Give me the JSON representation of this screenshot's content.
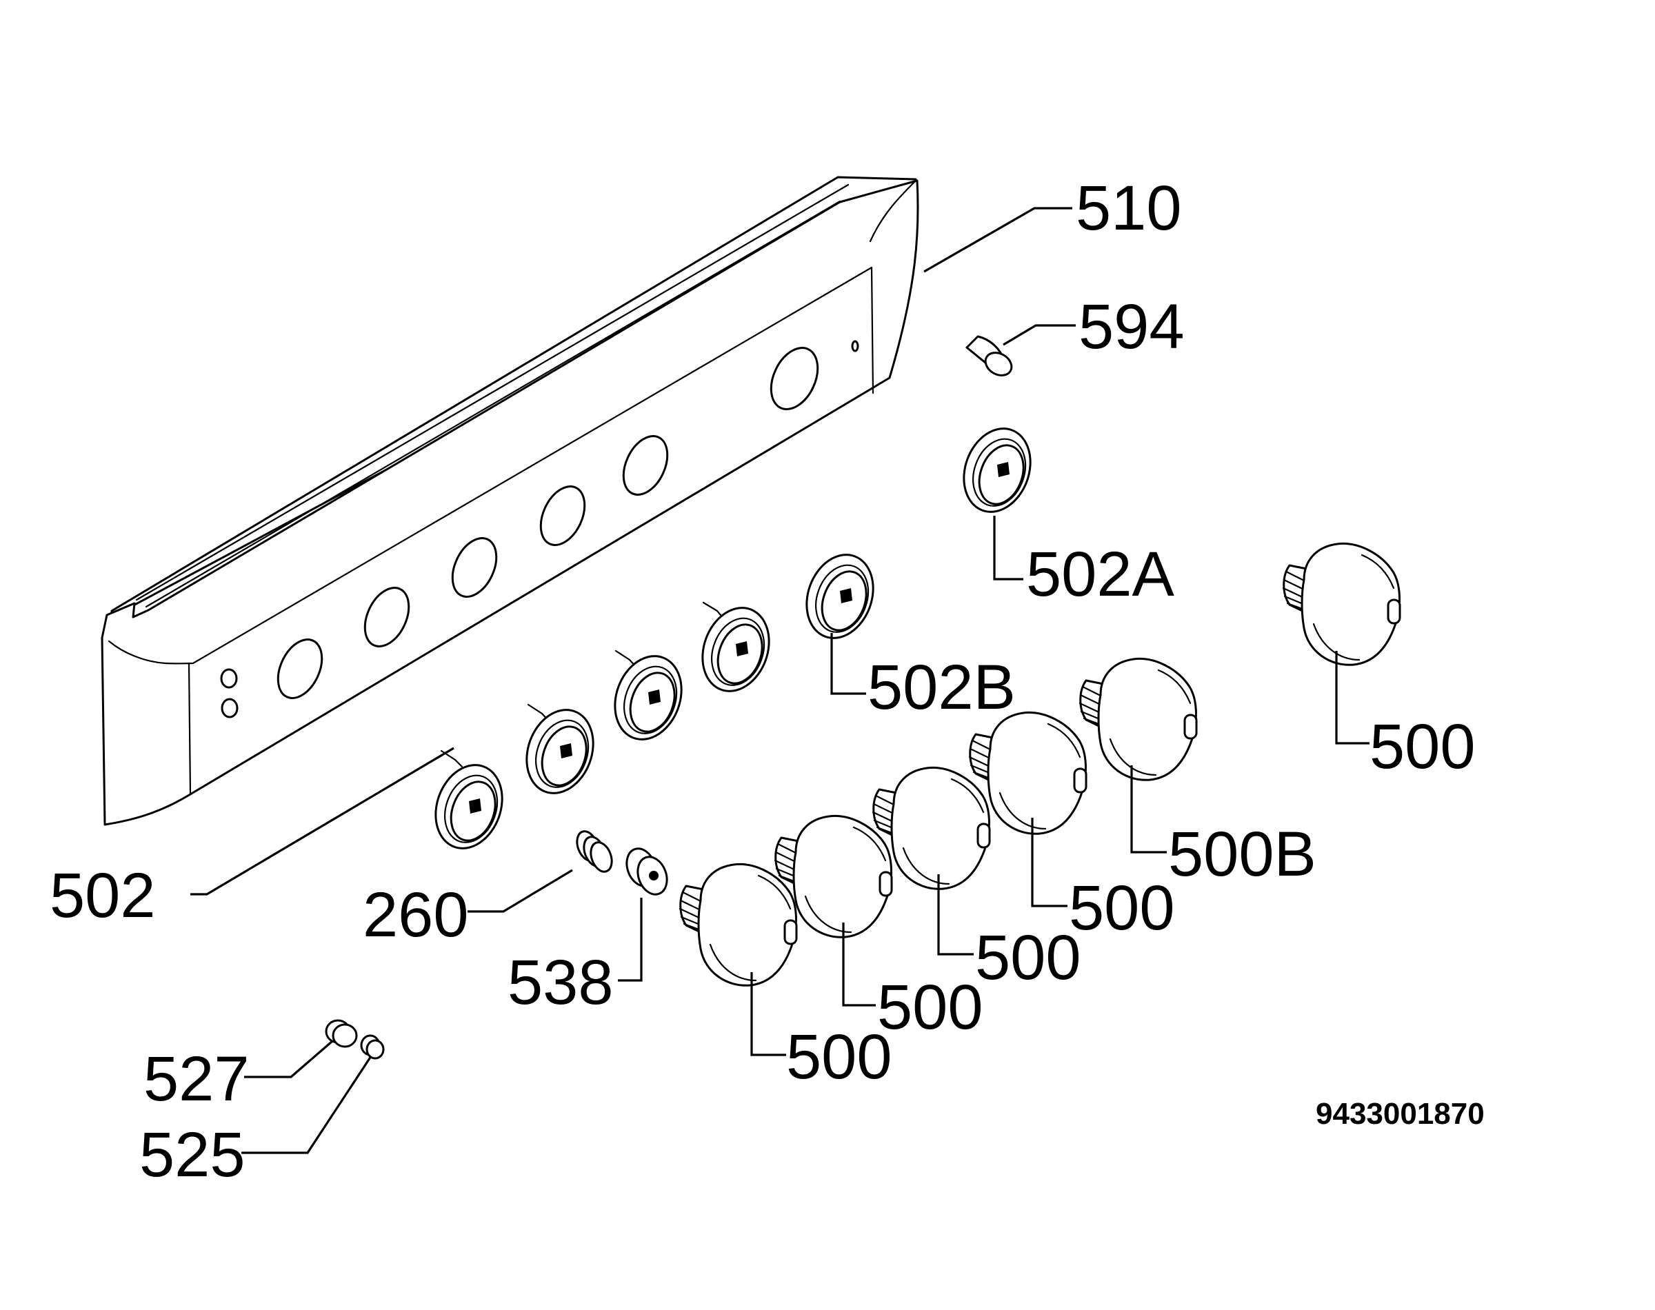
{
  "diagram": {
    "document_number": "9433001870",
    "callouts": {
      "c510": "510",
      "c594": "594",
      "c502A": "502A",
      "c502B": "502B",
      "c500_right": "500",
      "c500B": "500B",
      "c500_a": "500",
      "c500_b": "500",
      "c500_c": "500",
      "c500_d": "500",
      "c502": "502",
      "c260": "260",
      "c538": "538",
      "c527": "527",
      "c525": "525"
    }
  }
}
